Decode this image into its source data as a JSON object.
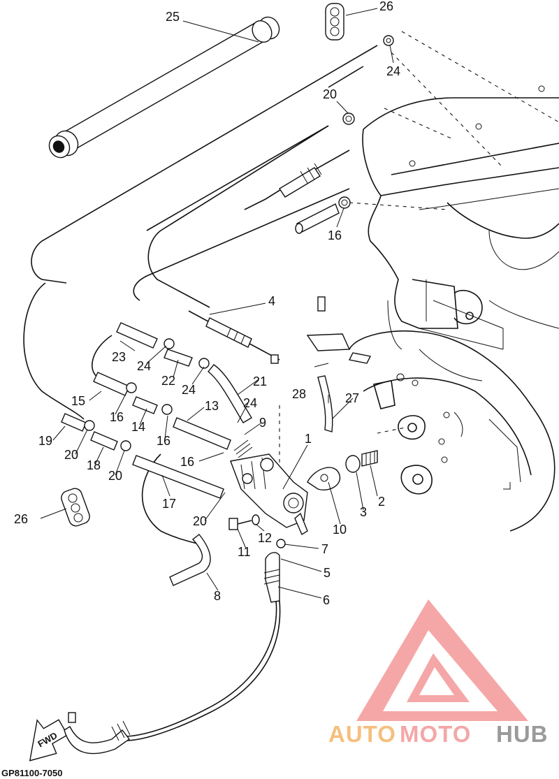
{
  "diagram": {
    "part_code": "GP81100-7050",
    "direction_label": "FWD",
    "watermark": {
      "text_auto": "AUTO",
      "text_moto": "MOTO",
      "text_hub": "HUB",
      "colors": {
        "auto": "#f6bf7e",
        "moto": "#f4a7a7",
        "hub": "#9a9a9a",
        "logo": "#f28a8a"
      }
    },
    "callouts": [
      {
        "id": "c1",
        "label": "1"
      },
      {
        "id": "c2",
        "label": "2"
      },
      {
        "id": "c3",
        "label": "3"
      },
      {
        "id": "c4",
        "label": "4"
      },
      {
        "id": "c5",
        "label": "5"
      },
      {
        "id": "c6",
        "label": "6"
      },
      {
        "id": "c7",
        "label": "7"
      },
      {
        "id": "c8",
        "label": "8"
      },
      {
        "id": "c9",
        "label": "9"
      },
      {
        "id": "c10",
        "label": "10"
      },
      {
        "id": "c11",
        "label": "11"
      },
      {
        "id": "c12",
        "label": "12"
      },
      {
        "id": "c13",
        "label": "13"
      },
      {
        "id": "c14",
        "label": "14"
      },
      {
        "id": "c15",
        "label": "15"
      },
      {
        "id": "c16a",
        "label": "16"
      },
      {
        "id": "c16b",
        "label": "16"
      },
      {
        "id": "c16c",
        "label": "16"
      },
      {
        "id": "c16d",
        "label": "16"
      },
      {
        "id": "c17",
        "label": "17"
      },
      {
        "id": "c18",
        "label": "18"
      },
      {
        "id": "c19",
        "label": "19"
      },
      {
        "id": "c20a",
        "label": "20"
      },
      {
        "id": "c20b",
        "label": "20"
      },
      {
        "id": "c20c",
        "label": "20"
      },
      {
        "id": "c20d",
        "label": "20"
      },
      {
        "id": "c21",
        "label": "21"
      },
      {
        "id": "c22",
        "label": "22"
      },
      {
        "id": "c23",
        "label": "23"
      },
      {
        "id": "c24a",
        "label": "24"
      },
      {
        "id": "c24b",
        "label": "24"
      },
      {
        "id": "c24c",
        "label": "24"
      },
      {
        "id": "c24d",
        "label": "24"
      },
      {
        "id": "c25",
        "label": "25"
      },
      {
        "id": "c26a",
        "label": "26"
      },
      {
        "id": "c26b",
        "label": "26"
      },
      {
        "id": "c27",
        "label": "27"
      },
      {
        "id": "c28",
        "label": "28"
      }
    ]
  }
}
